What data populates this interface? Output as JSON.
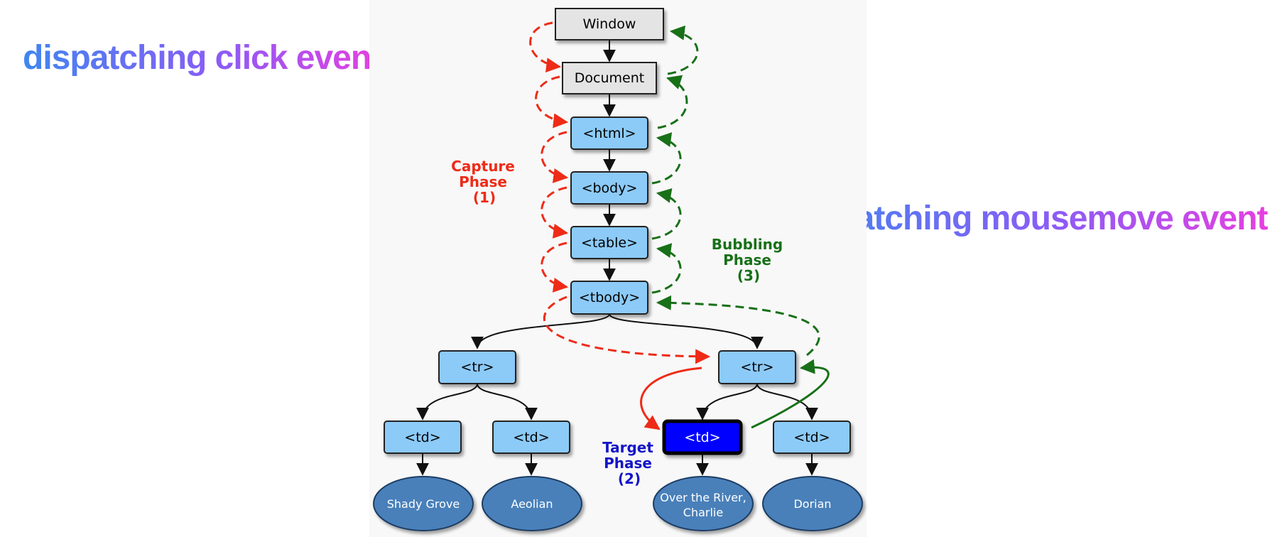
{
  "headings": {
    "click": "dispatching click event",
    "mousemove": "dispatching mousemove event"
  },
  "nodes": {
    "window": "Window",
    "document": "Document",
    "html": "<html>",
    "body": "<body>",
    "table": "<table>",
    "tbody": "<tbody>",
    "tr_left": "<tr>",
    "tr_right": "<tr>",
    "td_1": "<td>",
    "td_2": "<td>",
    "td_target": "<td>",
    "td_4": "<td>"
  },
  "leaves": {
    "leaf_1": [
      "Shady Grove"
    ],
    "leaf_2": [
      "Aeolian"
    ],
    "leaf_3": [
      "Over the River,",
      "Charlie"
    ],
    "leaf_4": [
      "Dorian"
    ]
  },
  "phases": {
    "capture": {
      "lines": [
        "Capture",
        "Phase",
        "(1)"
      ],
      "color": "#ee2b17"
    },
    "target": {
      "lines": [
        "Target",
        "Phase",
        "(2)"
      ],
      "color": "#1515c8"
    },
    "bubbling": {
      "lines": [
        "Bubbling",
        "Phase",
        "(3)"
      ],
      "color": "#187018"
    }
  },
  "colors": {
    "capture_arrow": "#ee2b17",
    "bubble_arrow": "#187018",
    "node_blue": "#8ccaf8",
    "node_grey": "#e4e4e4",
    "target_node": "#0000ff",
    "leaf": "#4a80ba"
  }
}
